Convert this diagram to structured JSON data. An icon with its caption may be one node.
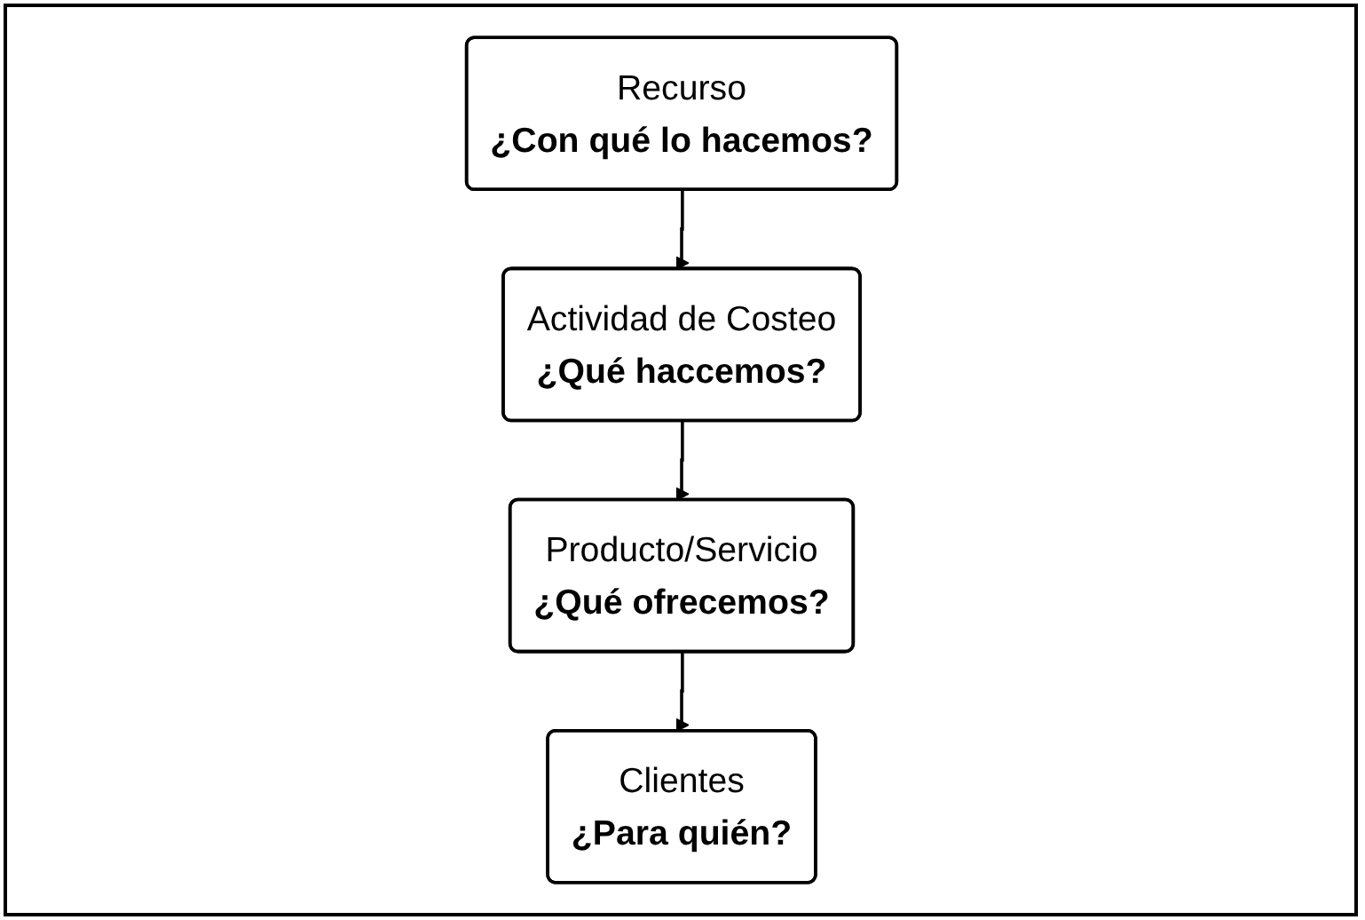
{
  "diagram": {
    "nodes": [
      {
        "text": [
          "Recurso",
          "¿Con qué lo hacemos?"
        ]
      },
      {
        "text": [
          "Actividad de Costeo",
          "¿Qué haccemos?"
        ]
      },
      {
        "text": [
          "Producto/Servicio",
          "¿Qué ofrecemos?"
        ]
      },
      {
        "text": [
          "Clientes",
          "¿Para quién?"
        ]
      }
    ],
    "edges": [
      {
        "from": 0,
        "to": 1,
        "arrow": "to"
      },
      {
        "from": 1,
        "to": 2,
        "arrow": "to"
      },
      {
        "from": 2,
        "to": 3,
        "arrow": "to"
      }
    ]
  }
}
